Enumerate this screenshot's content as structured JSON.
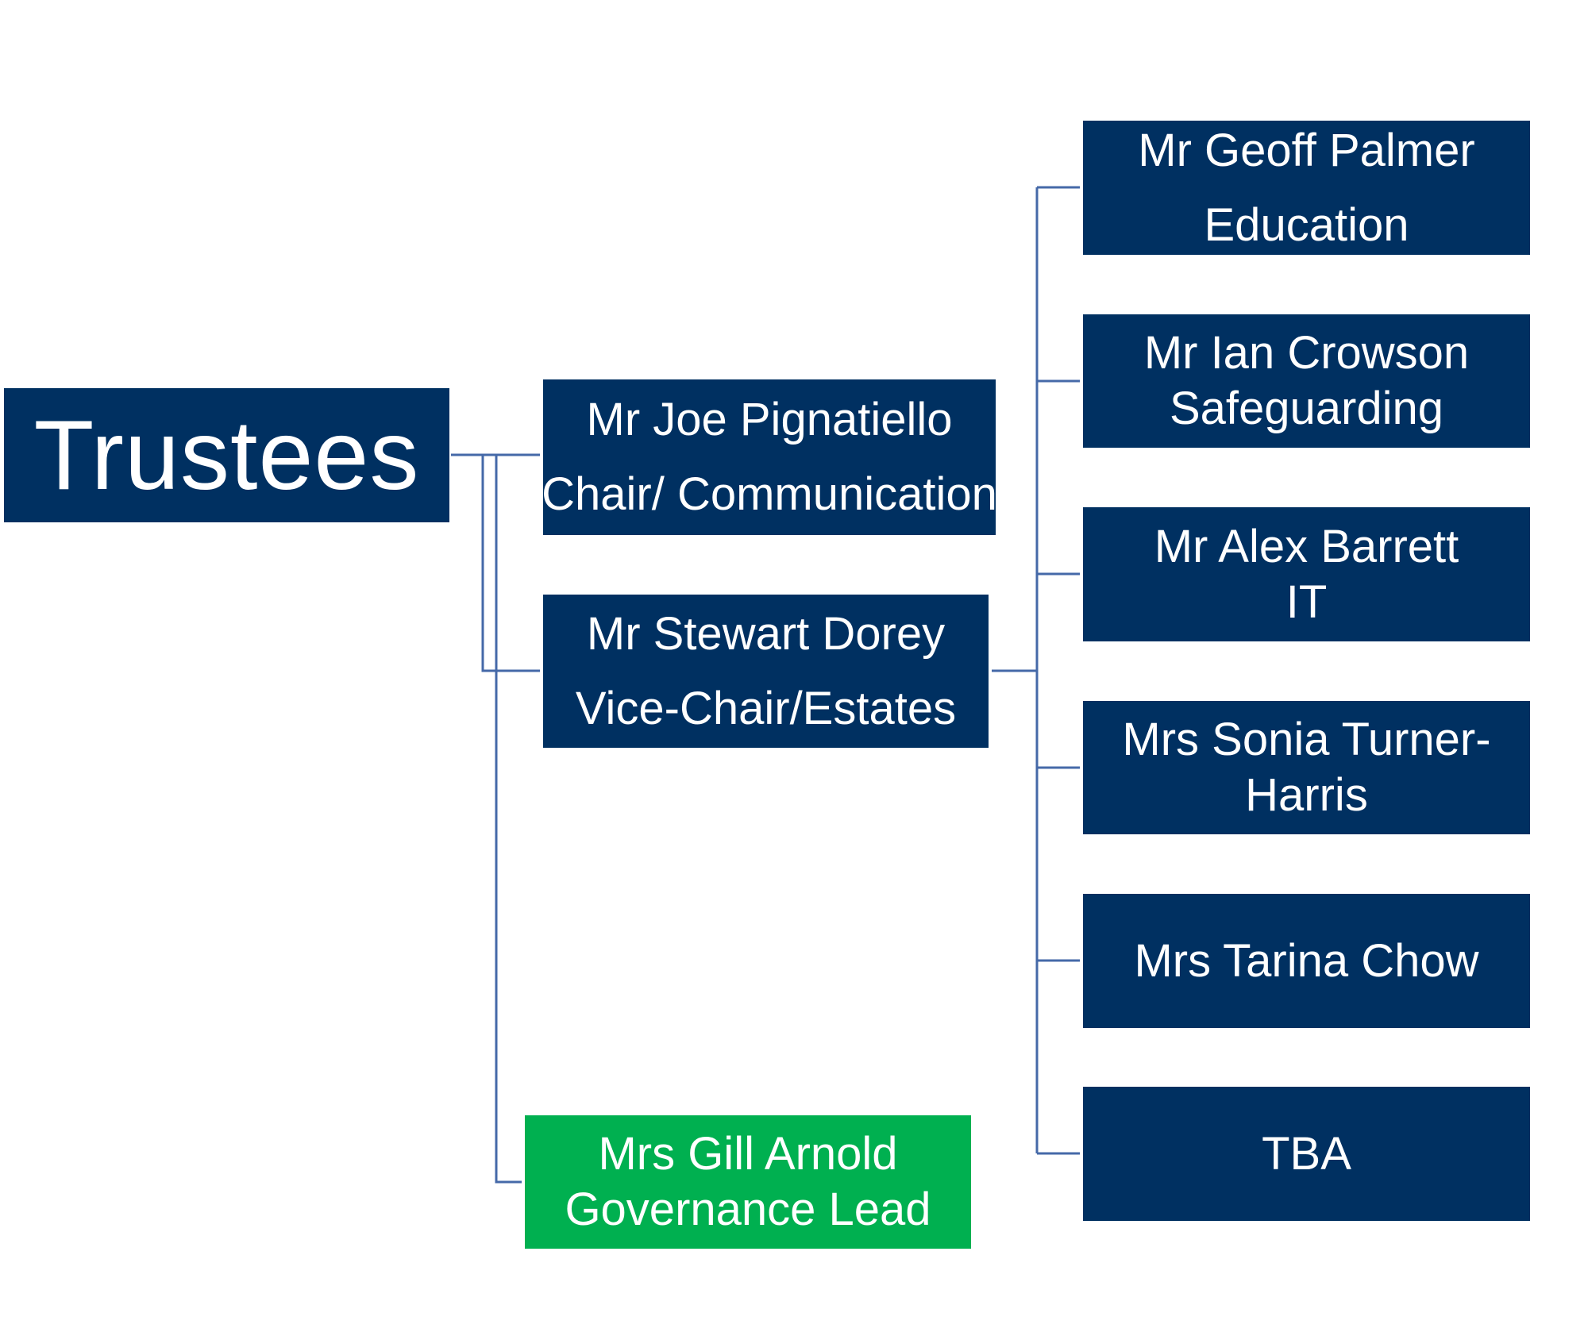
{
  "root": {
    "label": "Trustees"
  },
  "chair": {
    "name": "Mr Joe Pignatiello",
    "role": "Chair/ Communication"
  },
  "vice_chair": {
    "name": "Mr Stewart Dorey",
    "role": "Vice-Chair/Estates"
  },
  "governance": {
    "name": "Mrs Gill Arnold",
    "role": "Governance Lead"
  },
  "members": [
    {
      "line1": "Mr Geoff Palmer",
      "line2": "Education"
    },
    {
      "line1": "Mr Ian Crowson",
      "line2": "Safeguarding"
    },
    {
      "line1": "Mr Alex Barrett",
      "line2": "IT"
    },
    {
      "line1": "Mrs Sonia Turner-",
      "line2": "Harris"
    },
    {
      "line1": "Mrs Tarina Chow"
    },
    {
      "line1": "TBA"
    }
  ],
  "colors": {
    "navy_box": "#003061",
    "green_box": "#00B050",
    "connector": "#4569A8",
    "text": "#FFFFFF"
  }
}
